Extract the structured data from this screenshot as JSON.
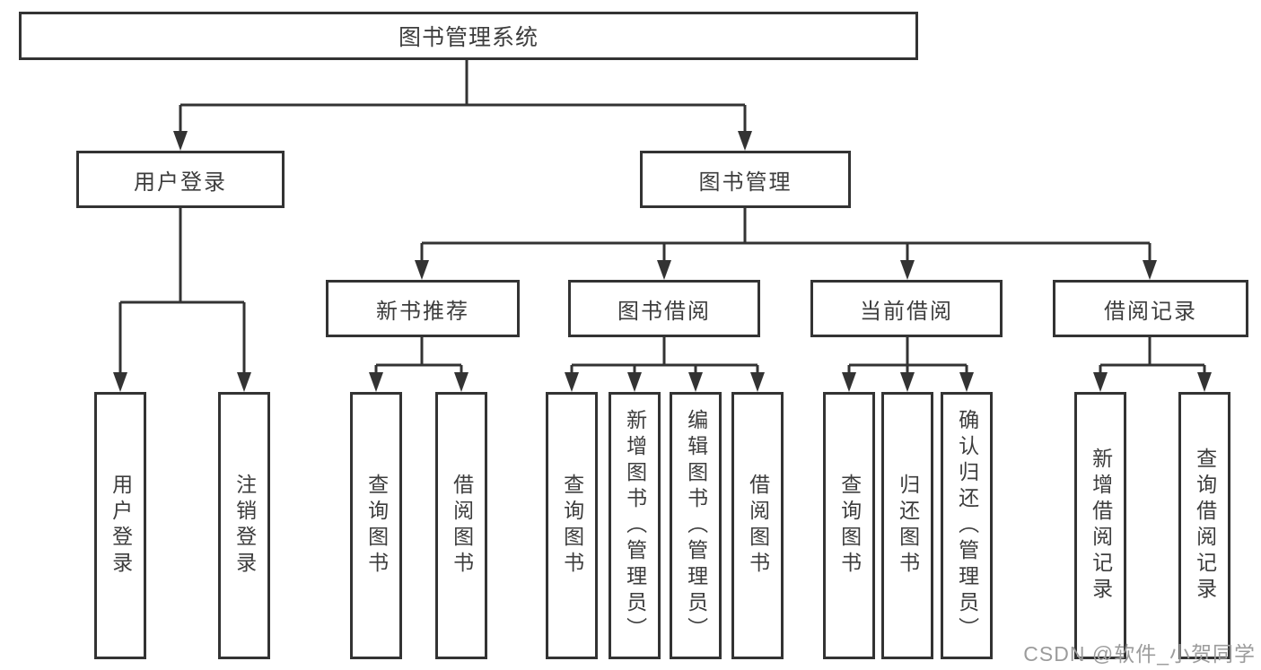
{
  "nodes": {
    "root": "图书管理系统",
    "level1": [
      "用户登录",
      "图书管理"
    ],
    "categories": [
      "新书推荐",
      "图书借阅",
      "当前借阅",
      "借阅记录"
    ],
    "login_children": [
      "用户登录",
      "注销登录"
    ],
    "recommend_children": [
      "查询图书",
      "借阅图书"
    ],
    "borrow_children": [
      "查询图书",
      "新增图书（管理员）",
      "编辑图书（管理员）",
      "借阅图书"
    ],
    "current_children": [
      "查询图书",
      "归还图书",
      "确认归还（管理员）"
    ],
    "record_children": [
      "新增借阅记录",
      "查询借阅记录"
    ]
  },
  "watermark": "CSDN @软件_小贺同学",
  "colors": {
    "line": "#333333",
    "text": "#3d3d3d",
    "background": "#ffffff",
    "watermark": "#9c9c9c"
  }
}
